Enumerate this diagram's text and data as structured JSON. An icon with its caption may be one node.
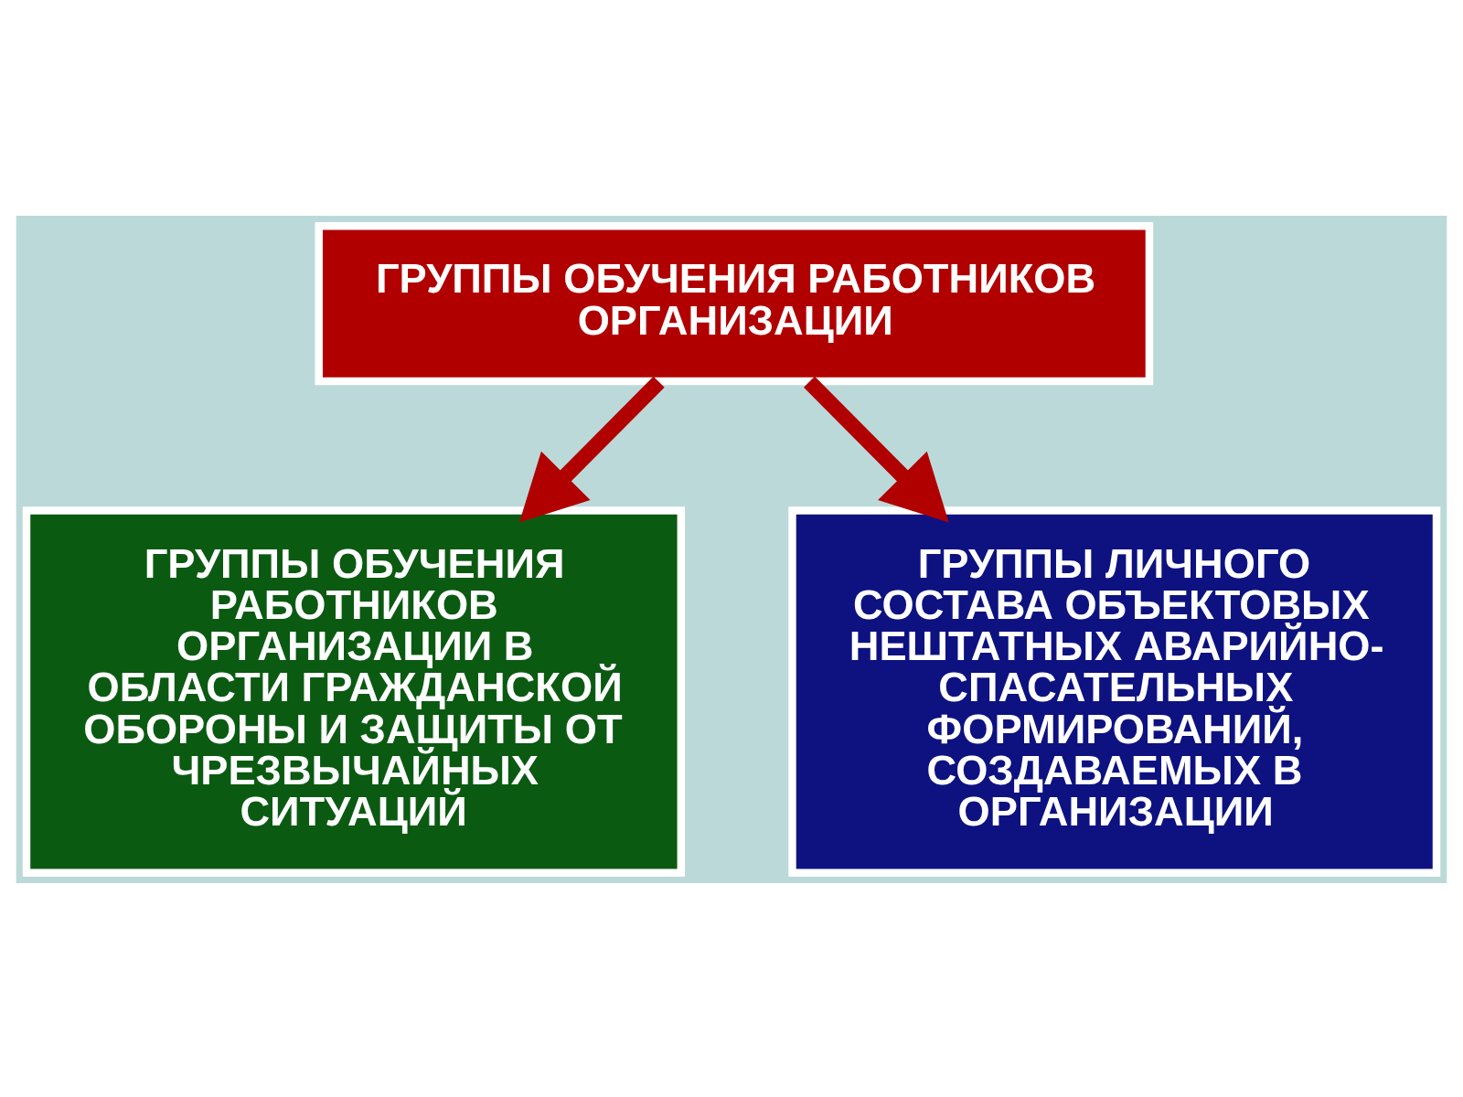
{
  "diagram": {
    "nodes": [
      {
        "text": [
          "ГРУППЫ ОБУЧЕНИЯ РАБОТНИКОВ ОРГАНИЗАЦИИ"
        ]
      },
      {
        "text": [
          "ГРУППЫ ОБУЧЕНИЯ РАБОТНИКОВ ОРГАНИЗАЦИИ В ОБЛАСТИ ГРАЖДАНСКОЙ ОБОРОНЫ И ЗАЩИТЫ ОТ ЧРЕЗВЫЧАЙНЫХ СИТУАЦИЙ"
        ]
      },
      {
        "text": [
          "ГРУППЫ ЛИЧНОГО СОСТАВА ОБЪЕКТОВЫХ НЕШТАТНЫХ АВАРИЙНО-СПАСАТЕЛЬНЫХ ФОРМИРОВАНИЙ, СОЗДАВАЕМЫХ В ОРГАНИЗАЦИИ"
        ]
      }
    ],
    "edges": [
      {
        "from": 0,
        "to": 1,
        "arrow": "to"
      },
      {
        "from": 0,
        "to": 2,
        "arrow": "to"
      }
    ]
  }
}
